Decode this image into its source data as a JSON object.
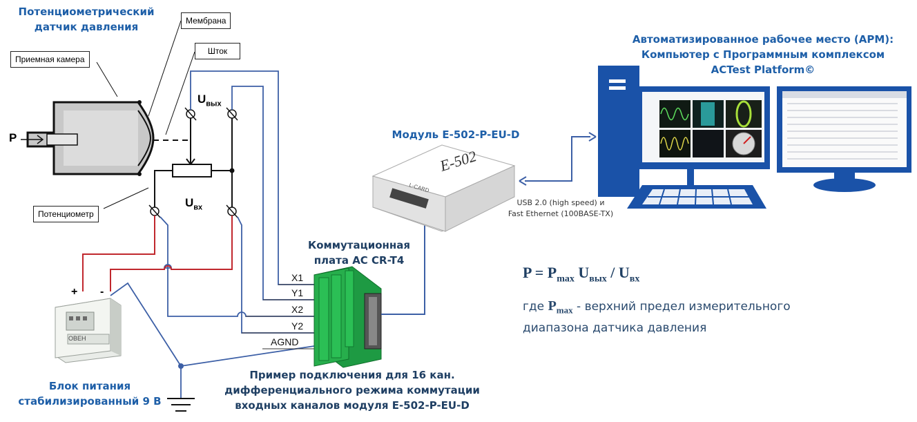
{
  "titles": {
    "sensor": [
      "Потенциометрический",
      "датчик давления"
    ],
    "module": "Модуль E-502-P-EU-D",
    "arm": [
      "Автоматизированное рабочее место (АРМ):",
      "Компьютер с Программным комплексом",
      "ACTest Platform©"
    ],
    "board": [
      "Коммутационная",
      "плата AC CR-T4"
    ],
    "power": [
      "Блок питания",
      "стабилизированный 9 В"
    ],
    "example": [
      "Пример подключения для 16 кан.",
      "дифференциального режима коммутации",
      "входных каналов модуля E-502-P-EU-D"
    ]
  },
  "callouts": {
    "membrane": "Мембрана",
    "rod": "Шток",
    "chamber": "Приемная камера",
    "potentiometer": "Потенциометр"
  },
  "labels": {
    "pressure": "P",
    "u_out": "U",
    "u_out_sub": "вых",
    "u_in": "U",
    "u_in_sub": "вх",
    "plus": "+",
    "minus": "-"
  },
  "connectors": [
    "X1",
    "Y1",
    "X2",
    "Y2",
    "AGND"
  ],
  "usb": [
    "USB 2.0 (high speed) и",
    "Fast Ethernet (100BASE-TX)"
  ],
  "device_text": {
    "module_model": "E-502",
    "module_brand": "L-CARD",
    "psu_model": "ОВЕН"
  },
  "formula": {
    "lhs": "P = P",
    "pmax_sub": "max",
    "u": " U",
    "uout_sub": "вых",
    "slash": " / U",
    "uin_sub": "вх"
  },
  "description": {
    "prefix": "где ",
    "p": "P",
    "p_sub": "max",
    "line1_rest": " - верхний предел измерительного",
    "line2": "диапазона датчика давления"
  },
  "colors": {
    "blue_wire": "#3c5fa6",
    "red_wire": "#c0272d",
    "title_blue": "#1e5fa8",
    "dark_blue": "#1f3f63",
    "monitor_blue": "#1a52a8",
    "board_green": "#1e9a43"
  }
}
